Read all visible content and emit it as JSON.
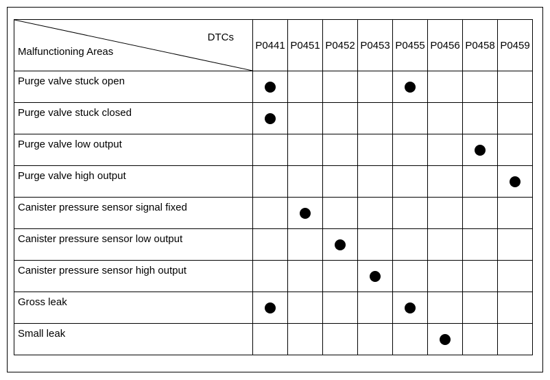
{
  "colors": {
    "background": "#ffffff",
    "border": "#000000",
    "text": "#000000",
    "marker": "#000000"
  },
  "table": {
    "corner": {
      "top_label": "DTCs",
      "bottom_label": "Malfunctioning Areas"
    },
    "columns": [
      "P0441",
      "P0451",
      "P0452",
      "P0453",
      "P0455",
      "P0456",
      "P0458",
      "P0459"
    ],
    "rows": [
      {
        "label": "Purge valve stuck open",
        "dtcs": [
          "P0441",
          "P0455"
        ]
      },
      {
        "label": "Purge valve stuck closed",
        "dtcs": [
          "P0441"
        ]
      },
      {
        "label": "Purge valve low output",
        "dtcs": [
          "P0458"
        ]
      },
      {
        "label": "Purge valve high output",
        "dtcs": [
          "P0459"
        ]
      },
      {
        "label": "Canister pressure sensor signal fixed",
        "dtcs": [
          "P0451"
        ]
      },
      {
        "label": "Canister pressure sensor low output",
        "dtcs": [
          "P0452"
        ]
      },
      {
        "label": "Canister pressure sensor high output",
        "dtcs": [
          "P0453"
        ]
      },
      {
        "label": "Gross leak",
        "dtcs": [
          "P0441",
          "P0455"
        ]
      },
      {
        "label": "Small leak",
        "dtcs": [
          "P0456"
        ]
      }
    ],
    "marker_glyph": "filled-circle"
  }
}
